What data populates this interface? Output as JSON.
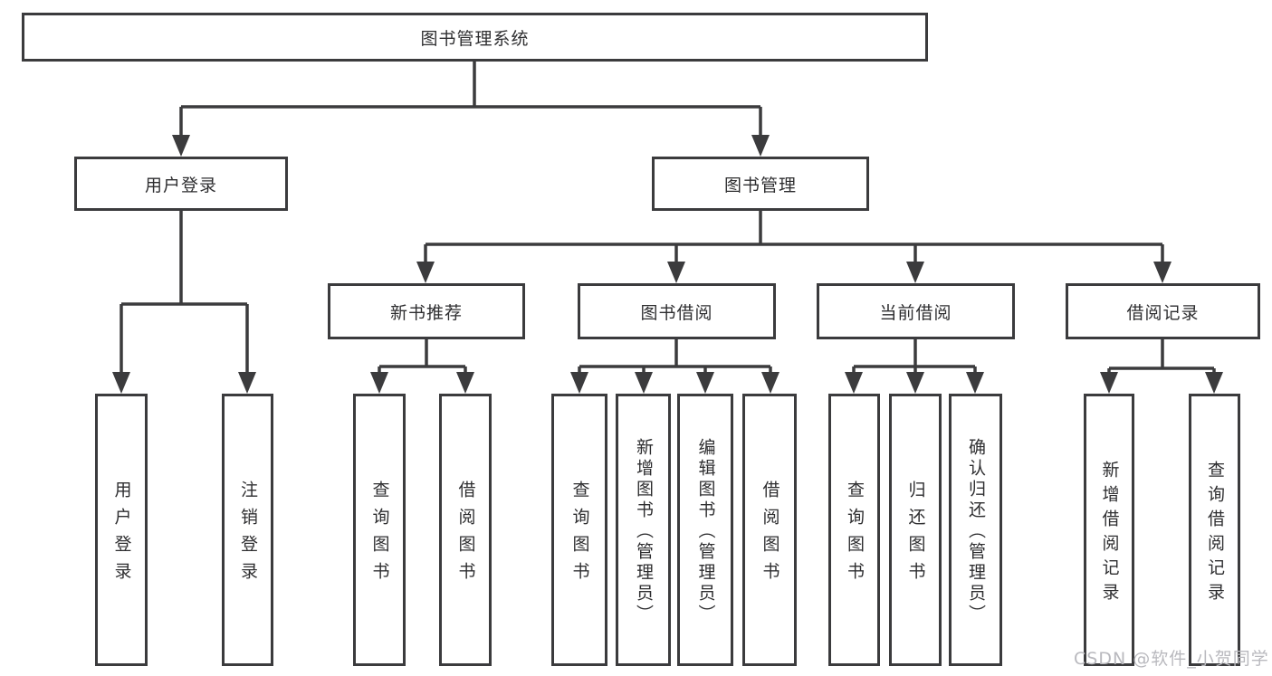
{
  "colors": {
    "line": "#3b3b3d",
    "box_border": "#3b3b3d",
    "text": "#2e2e30",
    "background": "#ffffff",
    "watermark_text": "#b9b9be"
  },
  "diagram": {
    "root": {
      "label": "图书管理系统"
    },
    "branches": [
      {
        "label": "用户登录",
        "children": [
          {
            "label": "用户登录"
          },
          {
            "label": "注销登录"
          }
        ]
      },
      {
        "label": "图书管理",
        "children": [
          {
            "label": "新书推荐",
            "children": [
              {
                "label": "查询图书"
              },
              {
                "label": "借阅图书"
              }
            ]
          },
          {
            "label": "图书借阅",
            "children": [
              {
                "label": "查询图书"
              },
              {
                "label": "新增图书（管理员）"
              },
              {
                "label": "编辑图书（管理员）"
              },
              {
                "label": "借阅图书"
              }
            ]
          },
          {
            "label": "当前借阅",
            "children": [
              {
                "label": "查询图书"
              },
              {
                "label": "归还图书"
              },
              {
                "label": "确认归还（管理员）"
              }
            ]
          },
          {
            "label": "借阅记录",
            "children": [
              {
                "label": "新增借阅记录"
              },
              {
                "label": "查询借阅记录"
              }
            ]
          }
        ]
      }
    ]
  },
  "watermark": {
    "text": "CSDN @软件_小贺同学"
  }
}
